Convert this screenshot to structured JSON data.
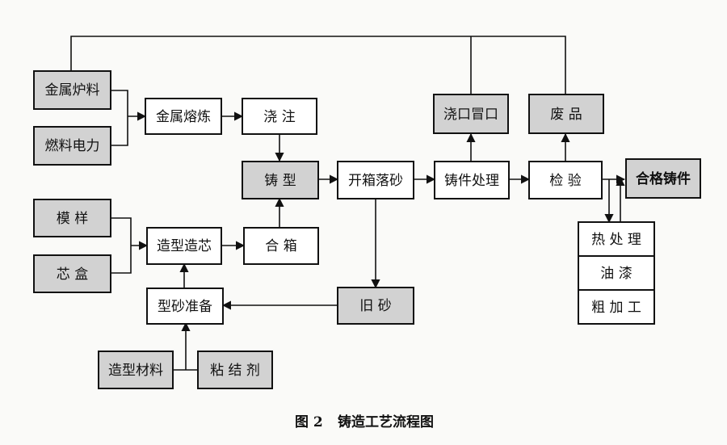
{
  "caption": {
    "figure_no": "图 2",
    "title": "铸造工艺流程图"
  },
  "colors": {
    "shaded": "#d2d2d2",
    "plain": "#ffffff",
    "stroke": "#111111"
  },
  "nodes": {
    "metal_charge": "金属炉料",
    "fuel_power": "燃料电力",
    "metal_melting": "金属熔炼",
    "pouring": "浇 注",
    "casting_mold": "铸 型",
    "shakeout": "开箱落砂",
    "casting_processing": "铸件处理",
    "gate_riser": "浇口冒口",
    "inspection": "检 验",
    "scrap": "废 品",
    "qualified_casting": "合格铸件",
    "pattern": "模 样",
    "core_box": "芯 盒",
    "molding_coremaking": "造型造芯",
    "flask_assembly": "合 箱",
    "sand_preparation": "型砂准备",
    "old_sand": "旧 砂",
    "molding_material": "造型材料",
    "binder": "粘 结 剂",
    "heat_treatment": "热 处 理",
    "painting": "油 漆",
    "rough_machining": "粗 加 工"
  }
}
